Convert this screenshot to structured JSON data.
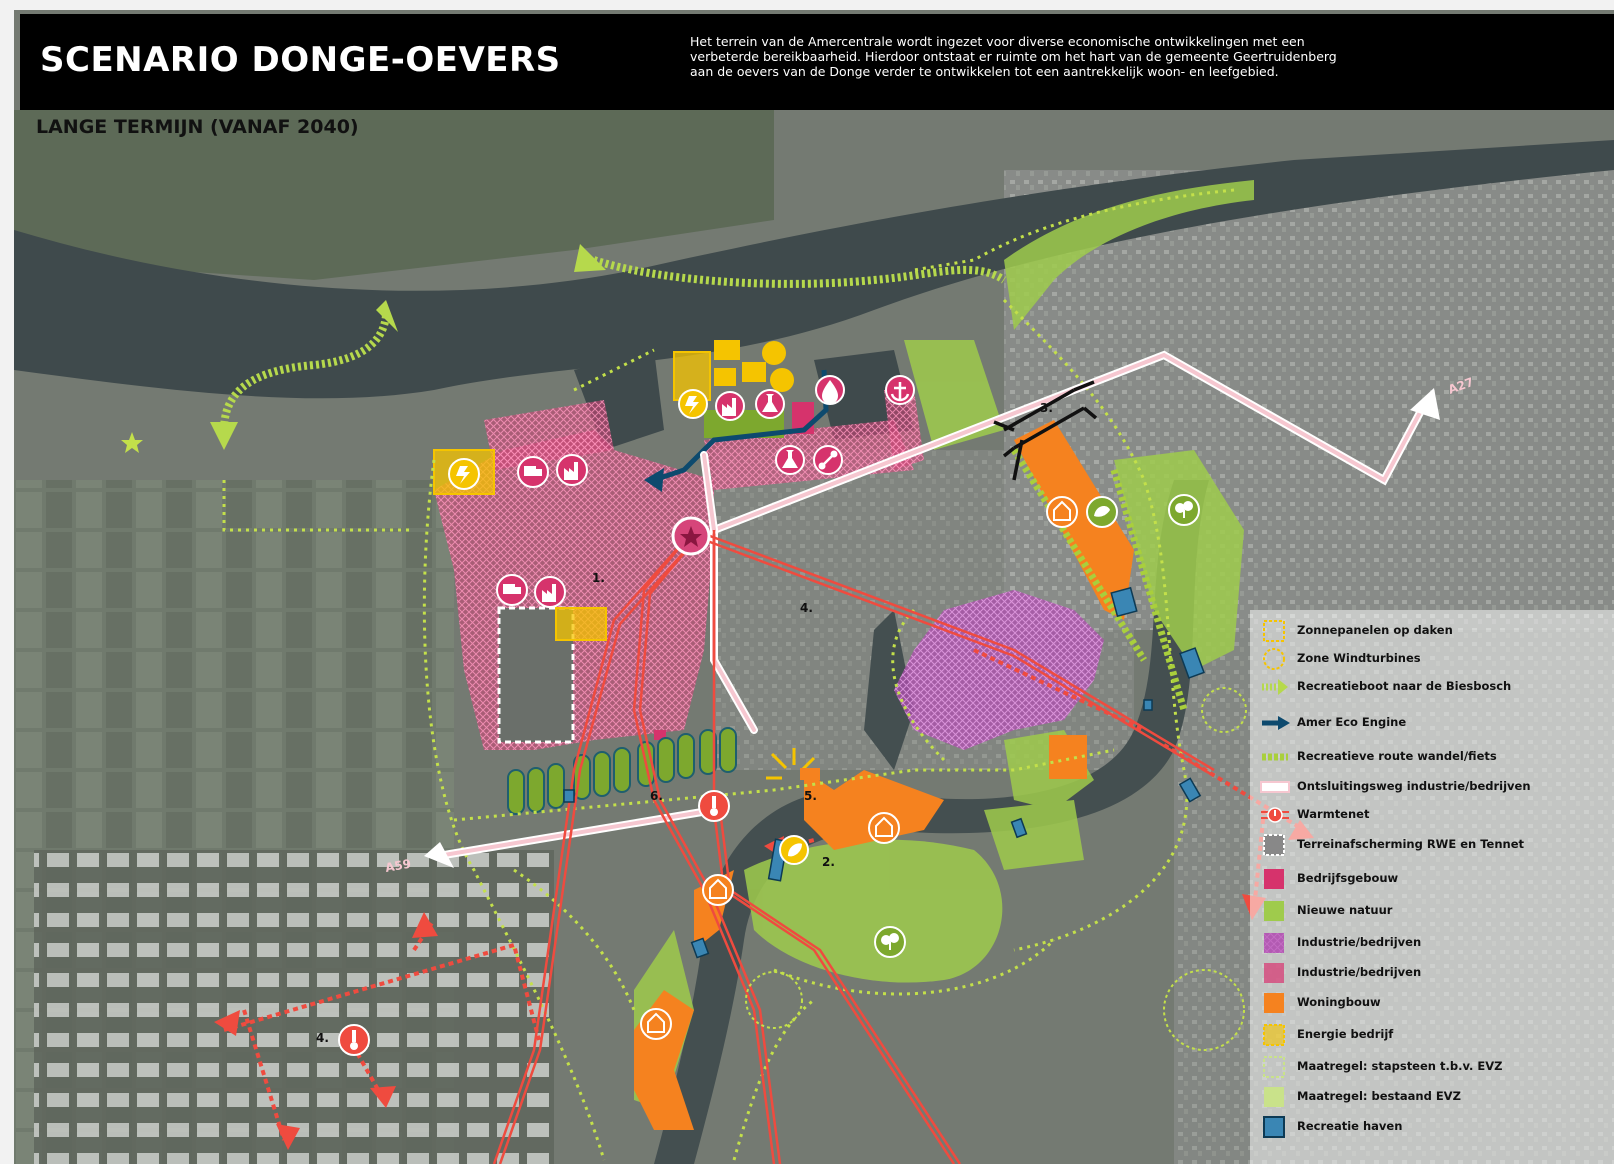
{
  "header": {
    "title": "SCENARIO DONGE-OEVERS",
    "intro_lines": [
      "Het terrein van de Amercentrale wordt ingezet voor diverse economische ontwikkelingen met een",
      "verbeterde bereikbaarheid. Hierdoor ontstaat er ruimte om het hart van de gemeente Geertruidenberg",
      "aan de oevers van de Donge verder te ontwikkelen tot een aantrekkelijk woon- en leefgebied."
    ]
  },
  "subtitle": "LANGE TERMIJN (VANAF 2040)",
  "map_labels": {
    "road_a27": "A27",
    "road_a59": "A59",
    "site_1": "1.",
    "site_2": "2.",
    "site_3": "3.",
    "site_4_center": "4.",
    "site_4_south": "4.",
    "site_5": "5.",
    "site_6": "6."
  },
  "legend": [
    {
      "id": "solar",
      "label": "Zonnepanelen op daken",
      "color": "#f5c400"
    },
    {
      "id": "wind",
      "label": "Zone Windturbines",
      "color": "#f5c400"
    },
    {
      "id": "boat",
      "label": "Recreatieboot naar de Biesbosch",
      "color": "#b6d94c"
    },
    {
      "id": "eco",
      "label": "Amer Eco Engine",
      "color": "#0d4a6e"
    },
    {
      "id": "route",
      "label": "Recreatieve route wandel/fiets",
      "color": "#a9cf3c"
    },
    {
      "id": "access",
      "label": "Ontsluitingsweg industrie/bedrijven",
      "color": "#f6c7d0"
    },
    {
      "id": "heat",
      "label": "Warmtenet",
      "color": "#ef4b3f"
    },
    {
      "id": "screen",
      "label": "Terreinafscherming RWE en Tennet",
      "color": "#ffffff"
    },
    {
      "id": "company",
      "label": "Bedrijfsgebouw",
      "color": "#d6336c"
    },
    {
      "id": "nature",
      "label": "Nieuwe natuur",
      "color": "#9fcb4c"
    },
    {
      "id": "ind_purple",
      "label": "Industrie/bedrijven",
      "color": "#b04fb0"
    },
    {
      "id": "ind_pink",
      "label": "Industrie/bedrijven",
      "color": "#d6457a"
    },
    {
      "id": "housing",
      "label": "Woningbouw",
      "color": "#f5821f"
    },
    {
      "id": "energy",
      "label": "Energie bedrijf",
      "color": "#f5c400"
    },
    {
      "id": "stepstone",
      "label": "Maatregel: stapsteen t.b.v. EVZ",
      "color": "#c9e28a"
    },
    {
      "id": "evz",
      "label": "Maatregel: bestaand EVZ",
      "color": "#c9e28a"
    },
    {
      "id": "harbour",
      "label": "Recreatie haven",
      "color": "#3a86b4"
    }
  ]
}
